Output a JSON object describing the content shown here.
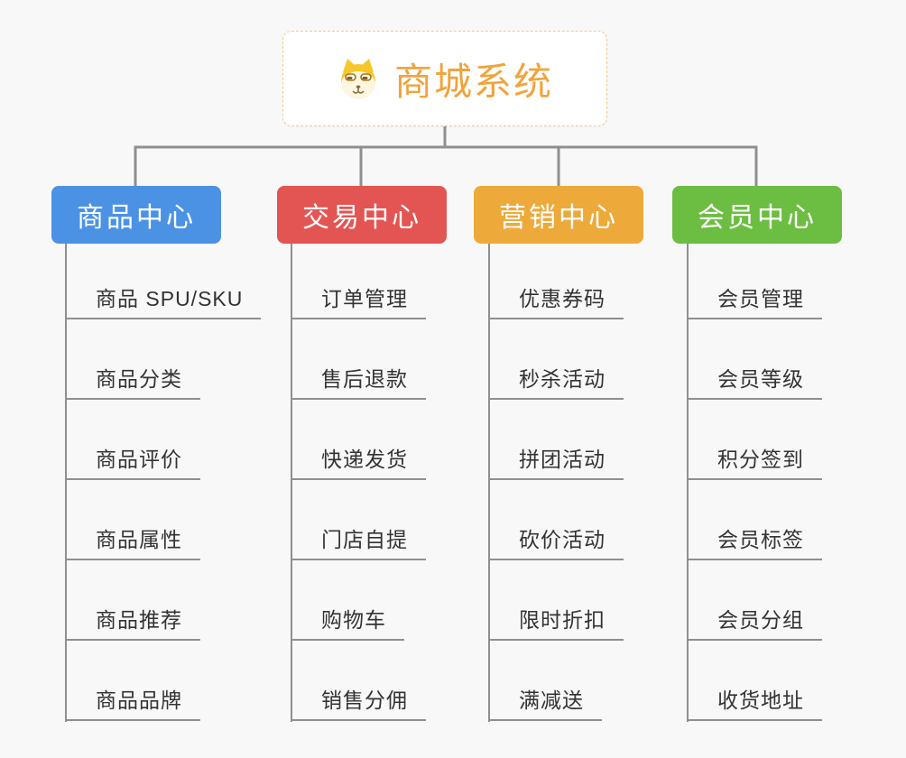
{
  "page": {
    "background_color": "#F8F8F8",
    "connector_color": "#8F8F8F"
  },
  "root": {
    "title": "商城系统",
    "icon": "dog-face-icon",
    "title_color": "#F0A43C",
    "border_color": "#F2C98A"
  },
  "branches": [
    {
      "label": "商品中心",
      "color": "#4B92E5",
      "children": [
        "商品 SPU/SKU",
        "商品分类",
        "商品评价",
        "商品属性",
        "商品推荐",
        "商品品牌"
      ]
    },
    {
      "label": "交易中心",
      "color": "#E35552",
      "children": [
        "订单管理",
        "售后退款",
        "快递发货",
        "门店自提",
        "购物车",
        "销售分佣"
      ]
    },
    {
      "label": "营销中心",
      "color": "#EDAA3A",
      "children": [
        "优惠券码",
        "秒杀活动",
        "拼团活动",
        "砍价活动",
        "限时折扣",
        "满减送"
      ]
    },
    {
      "label": "会员中心",
      "color": "#6CBE42",
      "children": [
        "会员管理",
        "会员等级",
        "积分签到",
        "会员标签",
        "会员分组",
        "收货地址"
      ]
    }
  ]
}
